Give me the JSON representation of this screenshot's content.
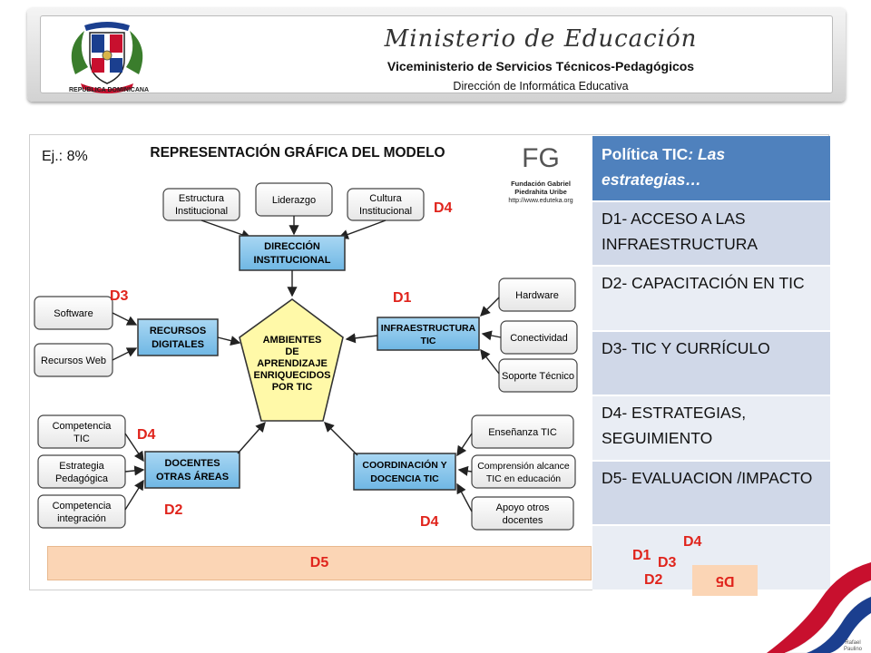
{
  "header": {
    "seal_label": "REPÚBLICA DOMINICANA",
    "ministry": "Ministerio de Educación",
    "vice_ministry": "Viceministerio de Servicios Técnicos-Pedagógicos",
    "direction": "Dirección de Informática Educativa"
  },
  "example_label": "Ej.: 8%",
  "diagram": {
    "title": "REPRESENTACIÓN  GRÁFICA DEL MODELO",
    "foundation": {
      "monogram": "FG",
      "line1": "Fundación Gabriel",
      "line2": "Piedrahita Uribe",
      "url": "http://www.eduteka.org"
    },
    "center": [
      "AMBIENTES",
      "DE",
      "APRENDIZAJE",
      "ENRIQUECIDOS",
      "POR TIC"
    ],
    "direccion": {
      "label": [
        "DIRECCIÓN",
        "INSTITUCIONAL"
      ],
      "inputs": [
        [
          "Estructura",
          "Institucional"
        ],
        [
          "Liderazgo"
        ],
        [
          "Cultura",
          "Institucional"
        ]
      ]
    },
    "recursos": {
      "label": [
        "RECURSOS",
        "DIGITALES"
      ],
      "inputs": [
        [
          "Software"
        ],
        [
          "Recursos Web"
        ]
      ]
    },
    "infraestructura": {
      "label": [
        "INFRAESTRUCTURA",
        "TIC"
      ],
      "inputs": [
        [
          "Hardware"
        ],
        [
          "Conectividad"
        ],
        [
          "Soporte Técnico"
        ]
      ]
    },
    "docentes": {
      "label": [
        "DOCENTES",
        "OTRAS ÁREAS"
      ],
      "inputs": [
        [
          "Competencia",
          "TIC"
        ],
        [
          "Estrategia",
          "Pedagógica"
        ],
        [
          "Competencia",
          "integración"
        ]
      ]
    },
    "coordinacion": {
      "label": [
        "COORDINACIÓN Y",
        "DOCENCIA TIC"
      ],
      "inputs": [
        [
          "Enseñanza TIC"
        ],
        [
          "Comprensión alcance",
          "TIC en educación"
        ],
        [
          "Apoyo otros",
          "docentes"
        ]
      ]
    }
  },
  "tags": {
    "d4_top": "D4",
    "d3": "D3",
    "d1": "D1",
    "d4_left": "D4",
    "d2": "D2",
    "d4_bottom": "D4",
    "d5": "D5",
    "cluster_d4": "D4",
    "cluster_d1": "D1",
    "cluster_d3": "D3",
    "cluster_d2": "D2",
    "mirror_d5": "D5"
  },
  "policy": {
    "heading_plain": "Política TIC",
    "heading_italic": ": Las estrategias…",
    "rows": [
      "D1- ACCESO A LAS INFRAESTRUCTURA",
      "D2- CAPACITACIÓN EN TIC",
      "D3- TIC Y CURRÍCULO",
      "D4- ESTRATEGIAS, SEGUIMIENTO",
      "D5- EVALUACION /IMPACTO",
      ""
    ]
  },
  "ribbon_text": [
    "Rafael",
    "Paulino"
  ],
  "colors": {
    "tag_red": "#e0241c",
    "table_header": "#4f81bd",
    "table_row_dark": "#d0d8e8",
    "table_row_light": "#e9edf4",
    "node_blue": "#8fc8ea",
    "center_yellow": "#fff9a8",
    "d5_fill": "#fbd5b5"
  }
}
